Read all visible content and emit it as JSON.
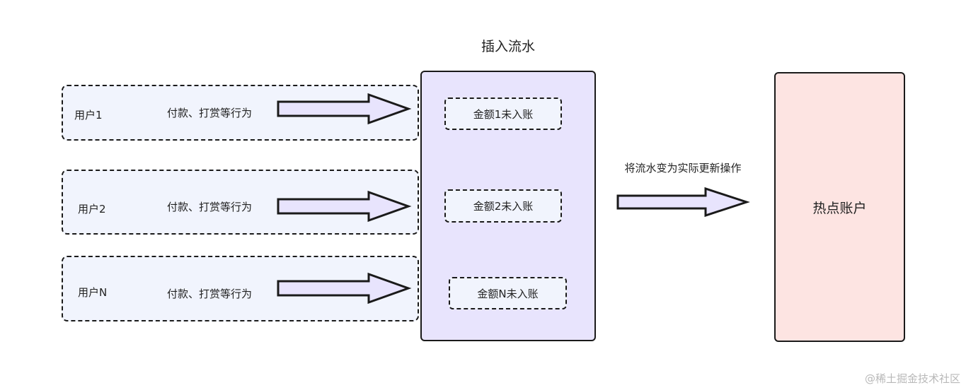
{
  "diagram": {
    "users": [
      {
        "label": "用户1",
        "action": "付款、打赏等行为"
      },
      {
        "label": "用户2",
        "action": "付款、打赏等行为"
      },
      {
        "label": "用户N",
        "action": "付款、打赏等行为"
      }
    ],
    "flow": {
      "title": "插入流水",
      "entries": [
        "金额1未入账",
        "金额2未入账",
        "金额N未入账"
      ]
    },
    "convert_label": "将流水变为实际更新操作",
    "hot_account": "热点账户",
    "colors": {
      "user_box_fill": "#f1f4fd",
      "flow_box_fill": "#e8e4fd",
      "hot_box_fill": "#fde4e2",
      "arrow_fill": "#e8e4fd",
      "stroke": "#1a1a1a"
    }
  },
  "watermark": "@稀土掘金技术社区"
}
